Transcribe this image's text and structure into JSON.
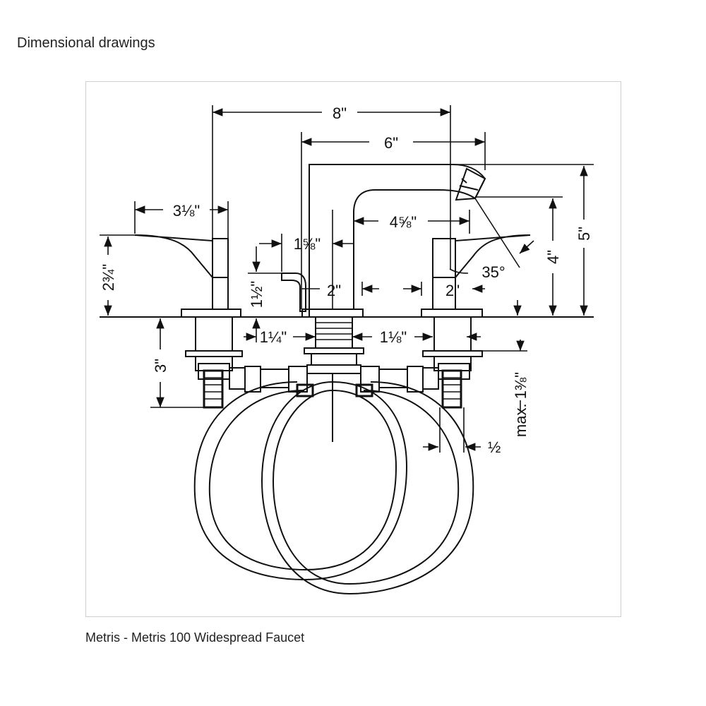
{
  "page": {
    "heading": "Dimensional drawings",
    "caption": "Metris - Metris 100 Widespread Faucet"
  },
  "drawing": {
    "dims": {
      "overall_width": "8\"",
      "spout_reach": "6\"",
      "handle_length": "3⅛\"",
      "spout_neck": "4⅝\"",
      "popup_offset": "1⅝\"",
      "handle_height": "2¾\"",
      "popup_height": "1½\"",
      "escutcheon_center_1": "2\"",
      "escutcheon_center_2": "2\"",
      "spout_angle": "35°",
      "aerator_height": "4\"",
      "overall_height": "5\"",
      "shank_left": "1¼\"",
      "shank_right": "1⅛\"",
      "shank_length": "3\"",
      "deck_thickness": "max. 1⅜\"",
      "supply_offset": "½"
    }
  }
}
